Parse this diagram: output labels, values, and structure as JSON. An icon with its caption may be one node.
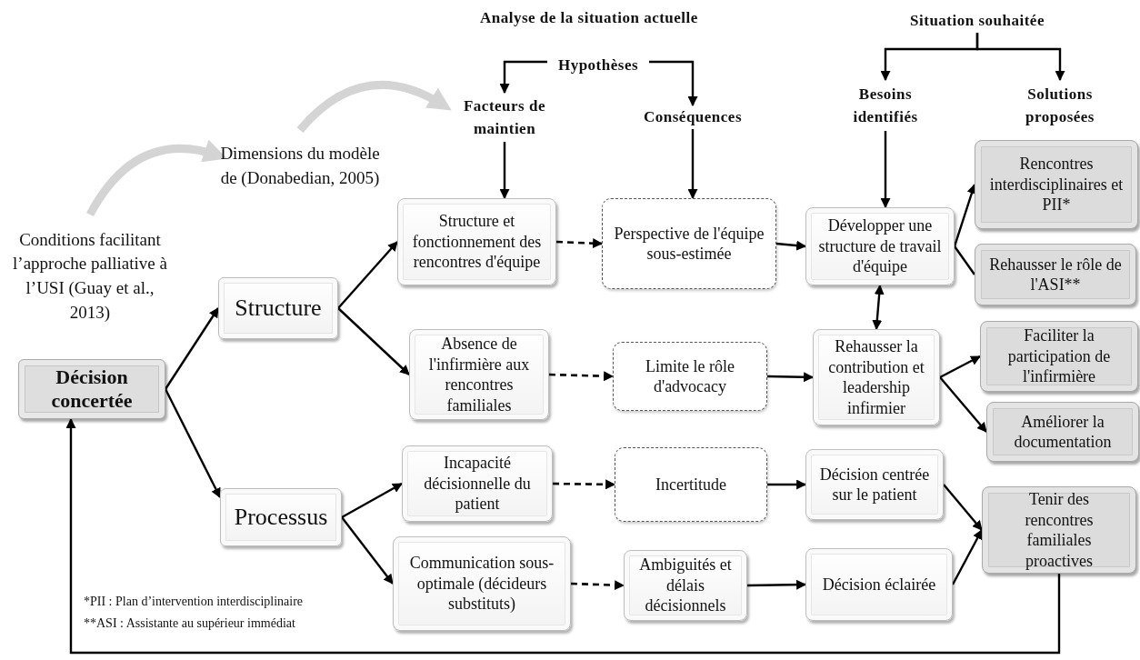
{
  "diagram": {
    "nodes": [
      {
        "text": [
          "Conditions facilitant l’approche palliative à l’USI (Guay et al., 2013)"
        ]
      },
      {
        "text": [
          "Dimensions du modèle de (Donabedian, 2005)"
        ]
      },
      {
        "text": [
          "Hypothèses"
        ]
      },
      {
        "text": [
          "Facteurs de maintien"
        ]
      },
      {
        "text": [
          "Conséquences"
        ]
      },
      {
        "text": [
          "Situation souhaitée"
        ]
      },
      {
        "text": [
          "Besoins identifiés"
        ]
      },
      {
        "text": [
          "Solutions proposées"
        ]
      },
      {
        "text": [
          "Décision concertée"
        ]
      },
      {
        "text": [
          "Structure"
        ]
      },
      {
        "text": [
          "Processus"
        ]
      },
      {
        "text": [
          "Structure et fonctionnement des rencontres d'équipe"
        ]
      },
      {
        "text": [
          "Absence de l'infirmière aux rencontres familiales"
        ]
      },
      {
        "text": [
          "Incapacité décisionnelle du patient"
        ]
      },
      {
        "text": [
          "Communication sous-optimale (décideurs substituts)"
        ]
      },
      {
        "text": [
          "Perspective de l'équipe sous-estimée"
        ]
      },
      {
        "text": [
          "Limite le rôle d'advocacy"
        ]
      },
      {
        "text": [
          "Incertitude"
        ]
      },
      {
        "text": [
          "Ambiguités et délais décisionnels"
        ]
      },
      {
        "text": [
          "Développer une structure de travail d'équipe"
        ]
      },
      {
        "text": [
          "Rehausser la contribution et leadership infirmier"
        ]
      },
      {
        "text": [
          "Décision centrée sur le patient"
        ]
      },
      {
        "text": [
          "Décision éclairée"
        ]
      },
      {
        "text": [
          "Rencontres interdisciplinaires et PII*"
        ]
      },
      {
        "text": [
          "Rehausser le rôle de l'ASI**"
        ]
      },
      {
        "text": [
          "Faciliter la participation de l'infirmière"
        ]
      },
      {
        "text": [
          "Améliorer la documentation"
        ]
      },
      {
        "text": [
          "Tenir des rencontres familiales proactives"
        ]
      }
    ],
    "edges": [
      {
        "from": 0,
        "to": 1,
        "arrow": "to",
        "style": "thick",
        "color": "#d4d4d4"
      },
      {
        "from": 1,
        "to": 3,
        "arrow": "to",
        "style": "thick",
        "color": "#d4d4d4"
      },
      {
        "from": 2,
        "to": 3,
        "arrow": "to"
      },
      {
        "from": 2,
        "to": 4,
        "arrow": "to"
      },
      {
        "from": 5,
        "to": 6,
        "arrow": "to"
      },
      {
        "from": 5,
        "to": 7,
        "arrow": "to"
      },
      {
        "from": 3,
        "to": 11,
        "arrow": "to"
      },
      {
        "from": 4,
        "to": 15,
        "arrow": "to"
      },
      {
        "from": 6,
        "to": 19,
        "arrow": "to"
      },
      {
        "from": 8,
        "to": 9,
        "arrow": "to"
      },
      {
        "from": 8,
        "to": 10,
        "arrow": "to"
      },
      {
        "from": 9,
        "to": 11,
        "arrow": "to"
      },
      {
        "from": 9,
        "to": 12,
        "arrow": "to"
      },
      {
        "from": 10,
        "to": 13,
        "arrow": "to"
      },
      {
        "from": 10,
        "to": 14,
        "arrow": "to"
      },
      {
        "from": 11,
        "to": 15,
        "arrow": "to",
        "style": "dashed"
      },
      {
        "from": 12,
        "to": 16,
        "arrow": "to",
        "style": "dashed"
      },
      {
        "from": 13,
        "to": 17,
        "arrow": "to",
        "style": "dashed"
      },
      {
        "from": 14,
        "to": 18,
        "arrow": "to",
        "style": "dashed"
      },
      {
        "from": 15,
        "to": 19,
        "arrow": "to"
      },
      {
        "from": 16,
        "to": 20,
        "arrow": "to"
      },
      {
        "from": 17,
        "to": 21,
        "arrow": "to"
      },
      {
        "from": 18,
        "to": 22,
        "arrow": "to"
      },
      {
        "from": 19,
        "to": 20,
        "arrow": "both"
      },
      {
        "from": 19,
        "to": 23,
        "arrow": "to"
      },
      {
        "from": 19,
        "to": 24,
        "arrow": "none"
      },
      {
        "from": 20,
        "to": 25,
        "arrow": "to"
      },
      {
        "from": 20,
        "to": 26,
        "arrow": "to"
      },
      {
        "from": 21,
        "to": 27,
        "arrow": "to"
      },
      {
        "from": 22,
        "to": 27,
        "arrow": "to"
      },
      {
        "from": 27,
        "to": 8,
        "arrow": "to"
      }
    ],
    "labels": [
      "Analyse de la situation actuelle",
      "*PII : Plan d’intervention interdisciplinaire",
      "**ASI : Assistante au supérieur immédiat"
    ]
  }
}
